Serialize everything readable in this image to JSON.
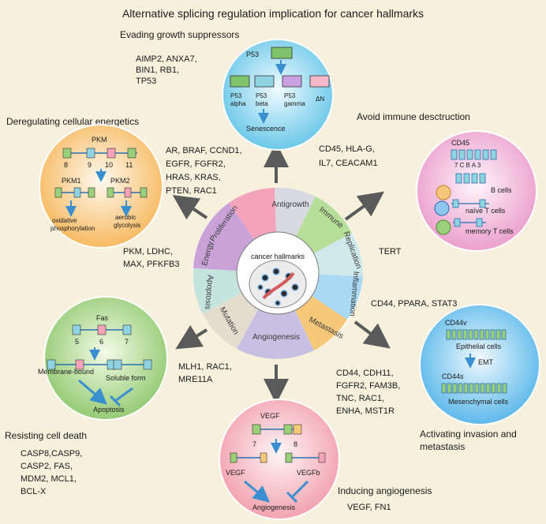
{
  "title": "Alternative splicing regulation implication for cancer hallmarks",
  "wheel": {
    "center_label": "cancer hallmarks",
    "segments": [
      "Proliferation",
      "Antigrowth",
      "Immune",
      "Replication",
      "Inflammation",
      "Metastasis",
      "Angiogenesis",
      "Mutation",
      "Apoptosis",
      "Energy"
    ]
  },
  "top": {
    "heading": "Evading growth suppressors",
    "genes": [
      "AIMP2, ANXA7,",
      "BIN1, RB1,",
      "TP53"
    ]
  },
  "p53": {
    "label": "P53",
    "isoforms": [
      {
        "a": "P53",
        "b": "alpha"
      },
      {
        "a": "P53",
        "b": "beta"
      },
      {
        "a": "P53",
        "b": "gamma"
      },
      {
        "a": "ΔN",
        "b": ""
      }
    ],
    "outcome": "Senescence"
  },
  "energetics": {
    "heading": "Deregulating cellular energetics",
    "gene_label": "PKM",
    "exons": [
      "8",
      "9",
      "10",
      "11"
    ],
    "isoforms": [
      "PKM1",
      "PKM2"
    ],
    "outcomes": [
      {
        "a": "oxidative",
        "b": "phosphorylation"
      },
      {
        "a": "aerobic",
        "b": "glycolysis"
      }
    ],
    "genes": [
      "PKM, LDHC,",
      "MAX, PFKFB3"
    ]
  },
  "proliferation_genes": [
    "AR, BRAF, CCND1,",
    "EGFR, FGFR2,",
    "HRAS, KRAS,",
    "PTEN, RAC1"
  ],
  "immune": {
    "heading": "Avoid immune desctruction",
    "genes": [
      "CD45, HLA-G,",
      "IL7, CEACAM1"
    ],
    "gene_label": "CD45",
    "exon_letters": "7 C B A 3",
    "cell_types": [
      "B cells",
      "naïve T cells",
      "memory T cells"
    ]
  },
  "replication": {
    "genes": "TERT"
  },
  "inflammation": {
    "genes": "CD44, PPARA, STAT3"
  },
  "metastasis": {
    "isoforms": [
      "CD44v",
      "CD44s"
    ],
    "cell_types": [
      "Epithelial cells",
      "Mesenchymal cells"
    ],
    "process": "EMT",
    "genes": [
      "CD44, CDH11,",
      "FGFR2, FAM3B,",
      "TNC, RAC1,",
      "ENHA, MST1R"
    ],
    "heading_line1": "Activating invasion and",
    "heading_line2": "metastasis"
  },
  "apoptosis": {
    "heading": "Resisting cell death",
    "gene_label": "Fas",
    "exons": [
      "5",
      "6",
      "7"
    ],
    "isoforms": [
      "Membrane-bound",
      "Soluble form"
    ],
    "outcome": "Apoptosis",
    "genes": [
      "CASP8,CASP9,",
      "CASP2, FAS,",
      "MDM2, MCL1,",
      "BCL-X"
    ]
  },
  "mutation": {
    "genes": [
      "MLH1, RAC1,",
      "MRE11A"
    ]
  },
  "angiogenesis": {
    "heading": "Inducing angiogenesis",
    "gene_label": "VEGF",
    "exons": [
      "7",
      "8"
    ],
    "isoforms": [
      "VEGF",
      "VEGFb"
    ],
    "outcome": "Angiogenesis",
    "genes": "VEGF, FN1"
  }
}
